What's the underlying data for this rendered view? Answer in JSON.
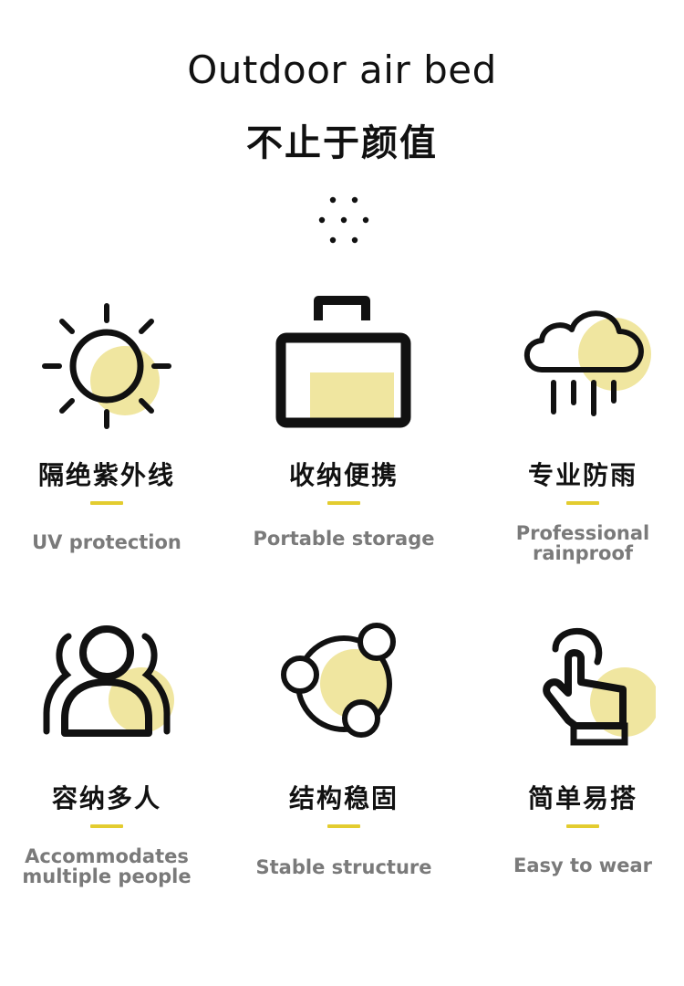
{
  "header": {
    "title": "Outdoor air bed",
    "subtitle": "不止于颜值"
  },
  "accent_color": "#e3cc2f",
  "highlight_color": "#f0e6a0",
  "features": [
    {
      "icon": "sun-icon",
      "title_cn": "隔绝紫外线",
      "title_en": "UV protection"
    },
    {
      "icon": "briefcase-icon",
      "title_cn": "收纳便携",
      "title_en": "Portable storage"
    },
    {
      "icon": "rain-cloud-icon",
      "title_cn": "专业防雨",
      "title_en": "Professional rainproof"
    },
    {
      "icon": "people-icon",
      "title_cn": "容纳多人",
      "title_en": "Accommodates multiple people"
    },
    {
      "icon": "triangle-nodes-icon",
      "title_cn": "结构稳固",
      "title_en": "Stable structure"
    },
    {
      "icon": "pointing-hand-icon",
      "title_cn": "简单易搭",
      "title_en": "Easy to wear"
    }
  ]
}
